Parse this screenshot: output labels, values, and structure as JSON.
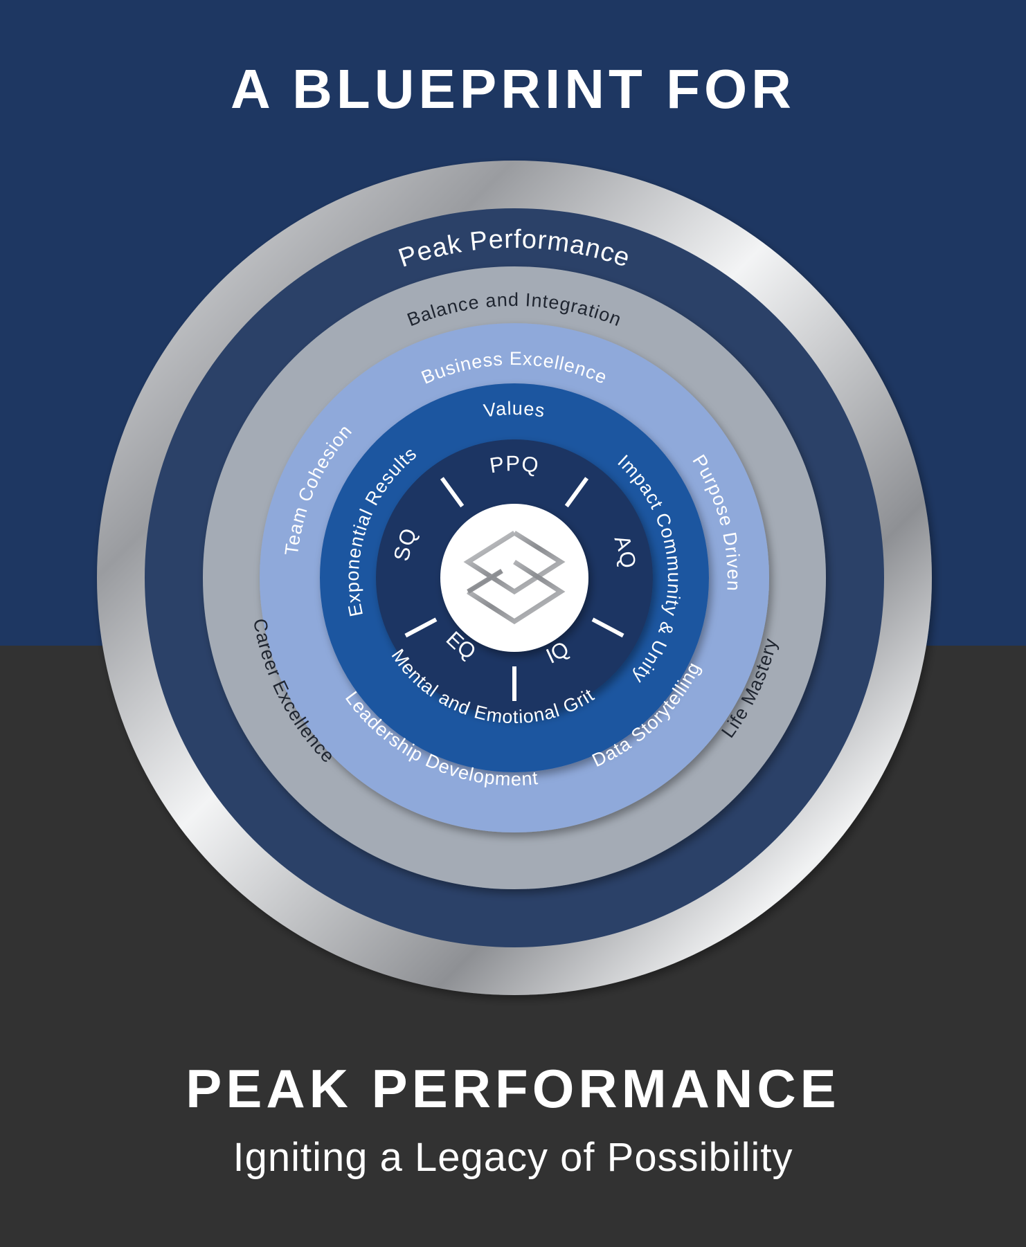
{
  "header": {
    "title": "A BLUEPRINT FOR"
  },
  "footer": {
    "title": "PEAK PERFORMANCE",
    "subtitle": "Igniting a Legacy of Possibility"
  },
  "rings": {
    "outer": {
      "label": "Peak Performance"
    },
    "gray": {
      "top": "Balance and Integration",
      "left": "Career Excellence",
      "right": "Life Mastery"
    },
    "light": {
      "top": "Business Excellence",
      "left": "Team Cohesion",
      "right": "Purpose Driven",
      "bottom": "Leadership Development",
      "bottom_right": "Data Storytelling"
    },
    "medium": {
      "top": "Values",
      "left": "Exponential Results",
      "right": "Impact Community & Unity",
      "bottom": "Mental and Emotional Grit"
    },
    "core": {
      "top": "PPQ",
      "right": "AQ",
      "bottom_right": "IQ",
      "bottom_left": "EQ",
      "left": "SQ"
    }
  },
  "colors": {
    "top_band": "#1e3762",
    "bottom_band": "#323232",
    "outer_ring": "#2b4168",
    "gray_ring": "#a4abb5",
    "light_ring": "#8fa9da",
    "medium_ring": "#1f56a0",
    "core": "#1b3664"
  }
}
